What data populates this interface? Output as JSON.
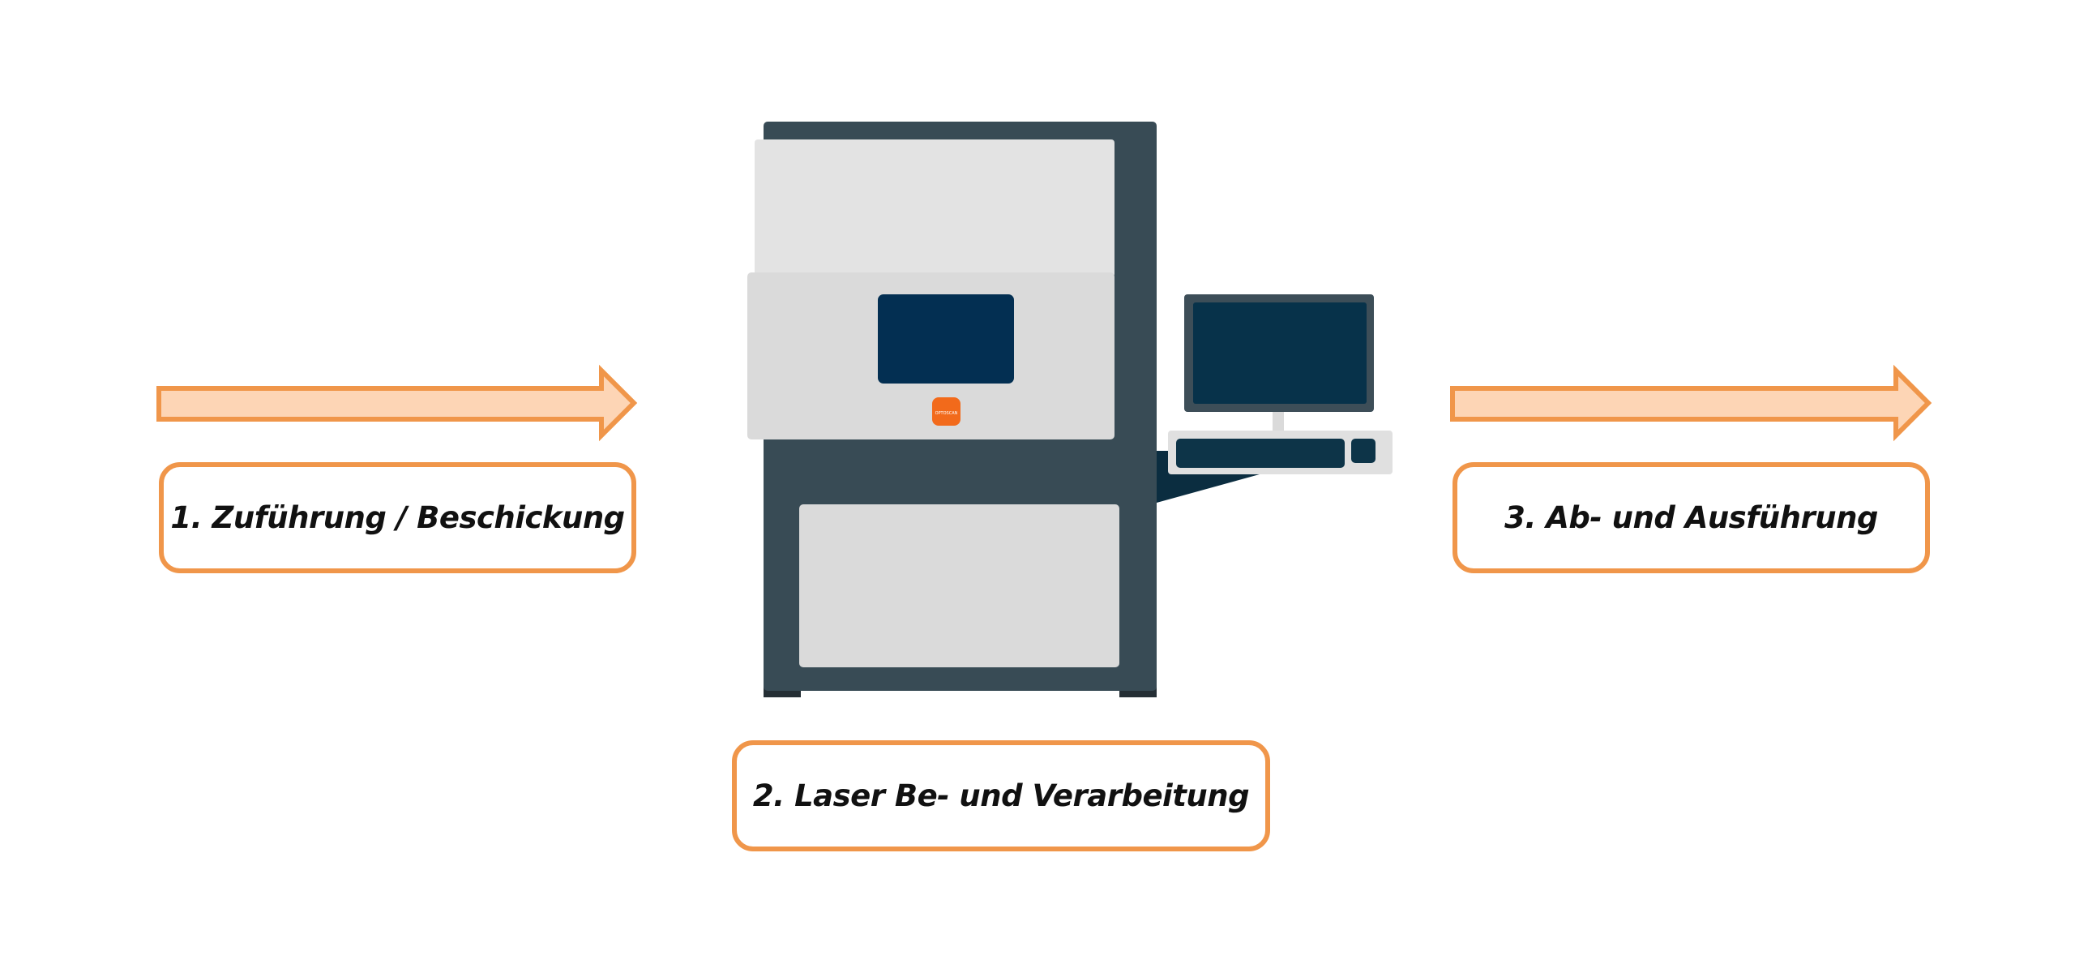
{
  "steps": [
    {
      "number": 1,
      "label": "1. Zuführung / Beschickung"
    },
    {
      "number": 2,
      "label": "2. Laser Be- und Verarbeitung"
    },
    {
      "number": 3,
      "label": "3. Ab- und Ausführung"
    }
  ],
  "machine": {
    "logo_text": "OPTOSCAN"
  },
  "colors": {
    "accent_orange": "#f0964a",
    "arrow_fill": "#fdd5b5",
    "machine_body": "#384b55",
    "machine_panel": "#dedede",
    "screen": "#032f52",
    "monitor_screen": "#07324a",
    "logo": "#f26a1b"
  },
  "icons": [
    "right-arrow-icon",
    "laser-machine-icon",
    "monitor-icon",
    "keyboard-icon"
  ]
}
